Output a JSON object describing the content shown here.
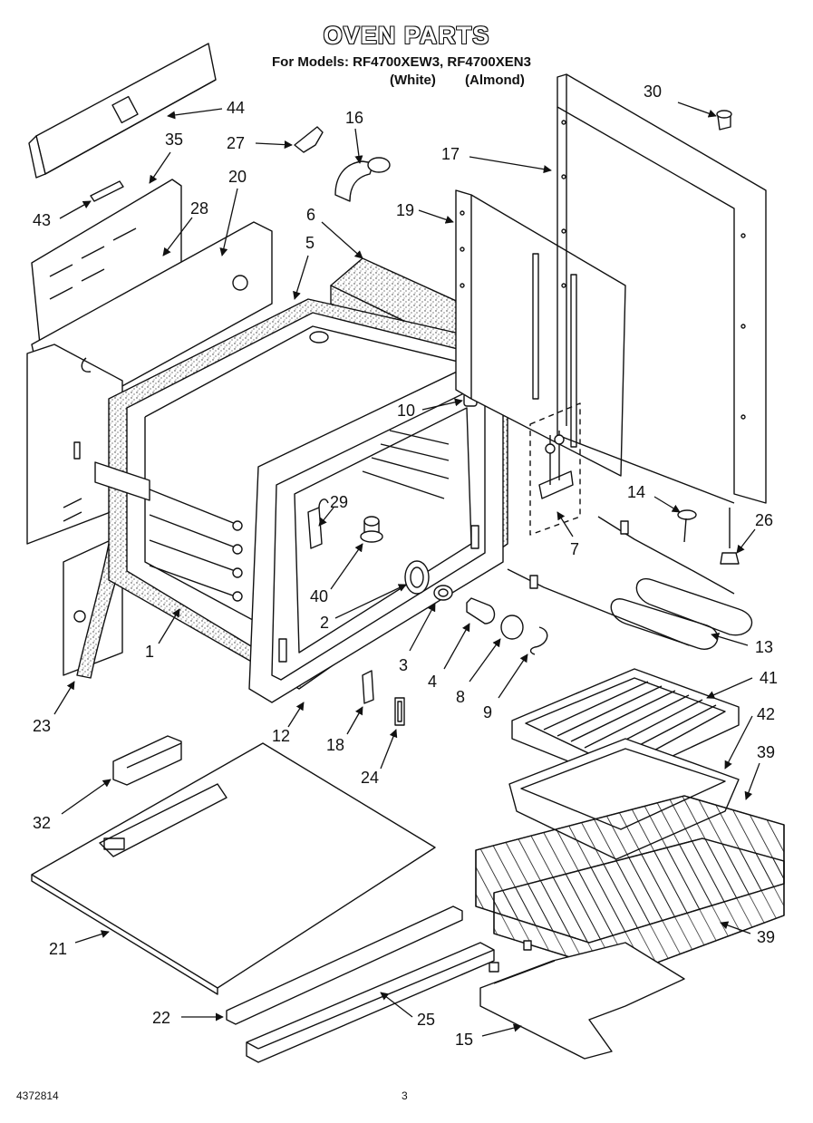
{
  "header": {
    "title": "OVEN PARTS",
    "models_line": "For Models: RF4700XEW3, RF4700XEN3",
    "finish_white": "(White)",
    "finish_almond": "(Almond)"
  },
  "footer": {
    "doc_number": "4372814",
    "page_number": "3"
  },
  "parts": [
    {
      "id": "p44",
      "num": "44"
    },
    {
      "id": "p35",
      "num": "35"
    },
    {
      "id": "p27",
      "num": "27"
    },
    {
      "id": "p16",
      "num": "16"
    },
    {
      "id": "p17",
      "num": "17"
    },
    {
      "id": "p30",
      "num": "30"
    },
    {
      "id": "p20",
      "num": "20"
    },
    {
      "id": "p43",
      "num": "43"
    },
    {
      "id": "p28",
      "num": "28"
    },
    {
      "id": "p6",
      "num": "6"
    },
    {
      "id": "p19",
      "num": "19"
    },
    {
      "id": "p5",
      "num": "5"
    },
    {
      "id": "p10",
      "num": "10"
    },
    {
      "id": "p29",
      "num": "29"
    },
    {
      "id": "p14",
      "num": "14"
    },
    {
      "id": "p26",
      "num": "26"
    },
    {
      "id": "p7",
      "num": "7"
    },
    {
      "id": "p40",
      "num": "40"
    },
    {
      "id": "p2",
      "num": "2"
    },
    {
      "id": "p1",
      "num": "1"
    },
    {
      "id": "p13",
      "num": "13"
    },
    {
      "id": "p3",
      "num": "3"
    },
    {
      "id": "p4",
      "num": "4"
    },
    {
      "id": "p8",
      "num": "8"
    },
    {
      "id": "p9",
      "num": "9"
    },
    {
      "id": "p41",
      "num": "41"
    },
    {
      "id": "p42",
      "num": "42"
    },
    {
      "id": "p23",
      "num": "23"
    },
    {
      "id": "p12",
      "num": "12"
    },
    {
      "id": "p18",
      "num": "18"
    },
    {
      "id": "p24",
      "num": "24"
    },
    {
      "id": "p39a",
      "num": "39"
    },
    {
      "id": "p32",
      "num": "32"
    },
    {
      "id": "p21",
      "num": "21"
    },
    {
      "id": "p39b",
      "num": "39"
    },
    {
      "id": "p22",
      "num": "22"
    },
    {
      "id": "p25",
      "num": "25"
    },
    {
      "id": "p15",
      "num": "15"
    }
  ]
}
